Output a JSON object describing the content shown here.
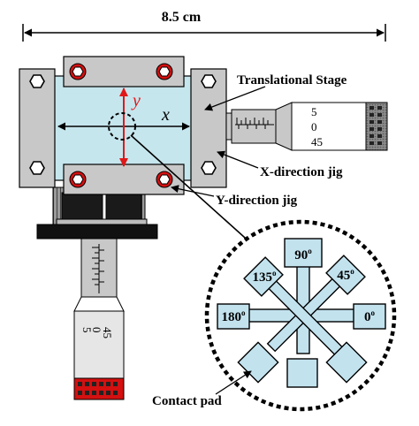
{
  "dimension": {
    "label": "8.5 cm"
  },
  "labels": {
    "translational_stage": "Translational Stage",
    "x_jig": "X-direction jig",
    "y_jig": "Y-direction jig",
    "contact_pad": "Contact pad",
    "x_axis": "x",
    "y_axis": "y"
  },
  "micrometer_scale": [
    "5",
    "0",
    "45"
  ],
  "angles": [
    {
      "value": "90",
      "unit": "o"
    },
    {
      "value": "45",
      "unit": "o"
    },
    {
      "value": "135",
      "unit": "o"
    },
    {
      "value": "180",
      "unit": "o"
    },
    {
      "value": "0",
      "unit": "o"
    }
  ],
  "colors": {
    "stage_fill": "#c6e6ee",
    "jig_gray": "#c8c8c8",
    "pad_fill": "#c2e2ee",
    "y_arrow": "#e01818",
    "connector_red": "#d41010",
    "dark": "#1a1a1a"
  }
}
